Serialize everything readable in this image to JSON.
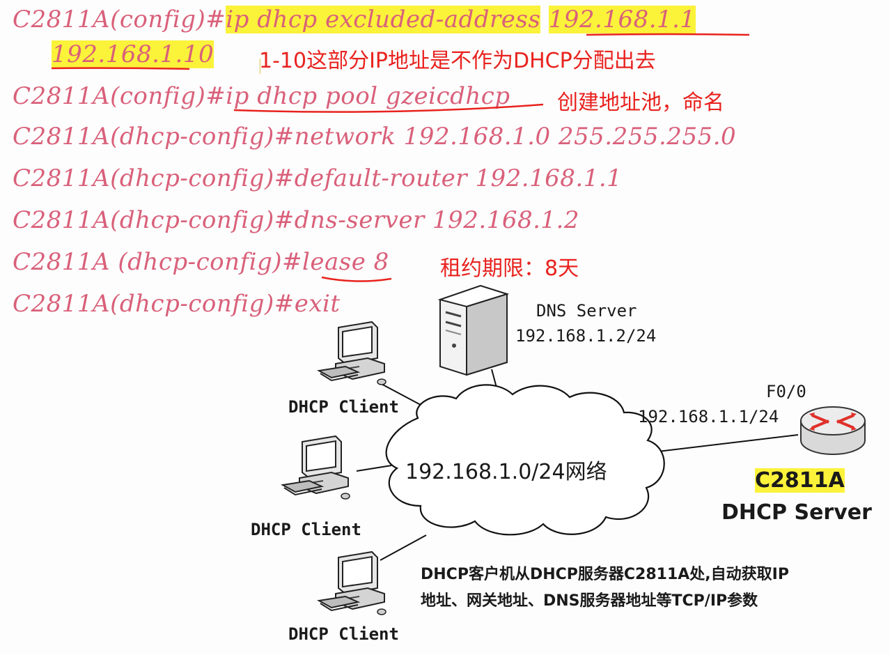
{
  "commands": {
    "line1_prefix": "C2811A(config)#",
    "line1_cmd": "ip dhcp excluded-address",
    "line1_addr1": "192.168.1.1",
    "line2_addr2": "192.168.1.10",
    "line3_prefix": "C2811A(config)#",
    "line3_cmd": "ip dhcp pool gzeicdhcp",
    "line4": "C2811A(dhcp-config)#network 192.168.1.0 255.255.255.0",
    "line5": "C2811A(dhcp-config)#default-router 192.168.1.1",
    "line6": "C2811A(dhcp-config)#dns-server 192.168.1.2",
    "line7_prefix": "C2811A (dhcp-config)#",
    "line7_cmd": "lease 8",
    "line8": "C2811A(dhcp-config)#exit"
  },
  "annotations": {
    "excluded_note": "1-10这部分IP地址是不作为DHCP分配出去",
    "pool_note": "创建地址池，命名",
    "lease_note": "租约期限：8天"
  },
  "diagram": {
    "dns_name": "DNS Server",
    "dns_ip": "192.168.1.2/24",
    "client_label": "DHCP Client",
    "network_label": "192.168.1.0/24网络",
    "router_interface": "F0/0",
    "router_ip": "192.168.1.1/24",
    "router_name": "C2811A",
    "router_role": "DHCP Server",
    "description_line1": "DHCP客户机从DHCP服务器C2811A处,自动获取IP",
    "description_line2": "地址、网关地址、DNS服务器地址等TCP/IP参数"
  },
  "colors": {
    "command_text": "#d9607a",
    "annotation_text": "#e8221e",
    "highlight": "#fbf23a",
    "underline": "#e8221e"
  }
}
